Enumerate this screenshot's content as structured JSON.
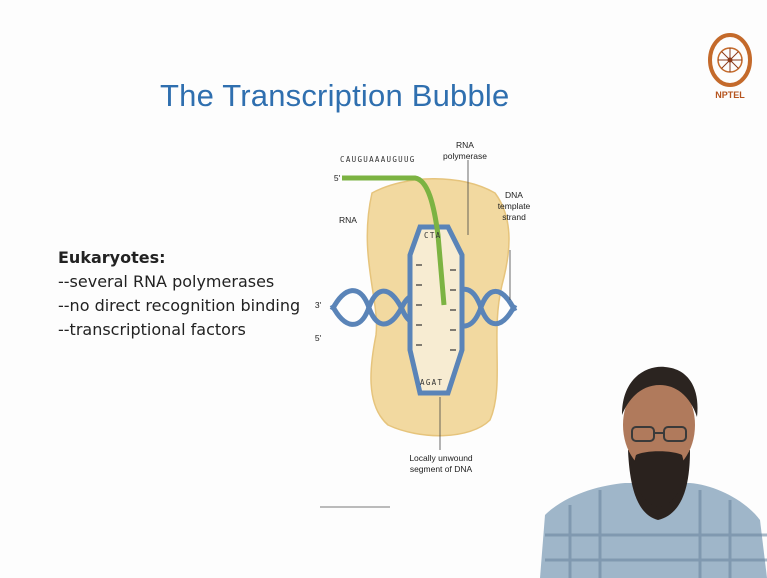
{
  "slide": {
    "title": "The Transcription Bubble",
    "logo_text": "NPTEL"
  },
  "bullets": {
    "heading": "Eukaryotes:",
    "items": [
      "--several RNA polymerases",
      "--no direct recognition binding",
      "--transcriptional factors"
    ]
  },
  "diagram": {
    "labels": {
      "rna_polymerase": "RNA polymerase",
      "dna_template_strand": "DNA template strand",
      "rna": "RNA",
      "five_prime_top": "5'",
      "three_prime_left": "3'",
      "five_prime_left": "5'",
      "locally_unwound": "Locally unwound segment of DNA"
    },
    "sequences": {
      "rna_seq": "CAUGUAAAUGUUG",
      "bubble_top": "CTA",
      "bubble_bottom": "AGAT"
    }
  },
  "colors": {
    "title": "#2f6faf",
    "polymerase": "#f2d9a0",
    "dna_strand": "#5a84b8",
    "rna_strand": "#7cb342"
  }
}
